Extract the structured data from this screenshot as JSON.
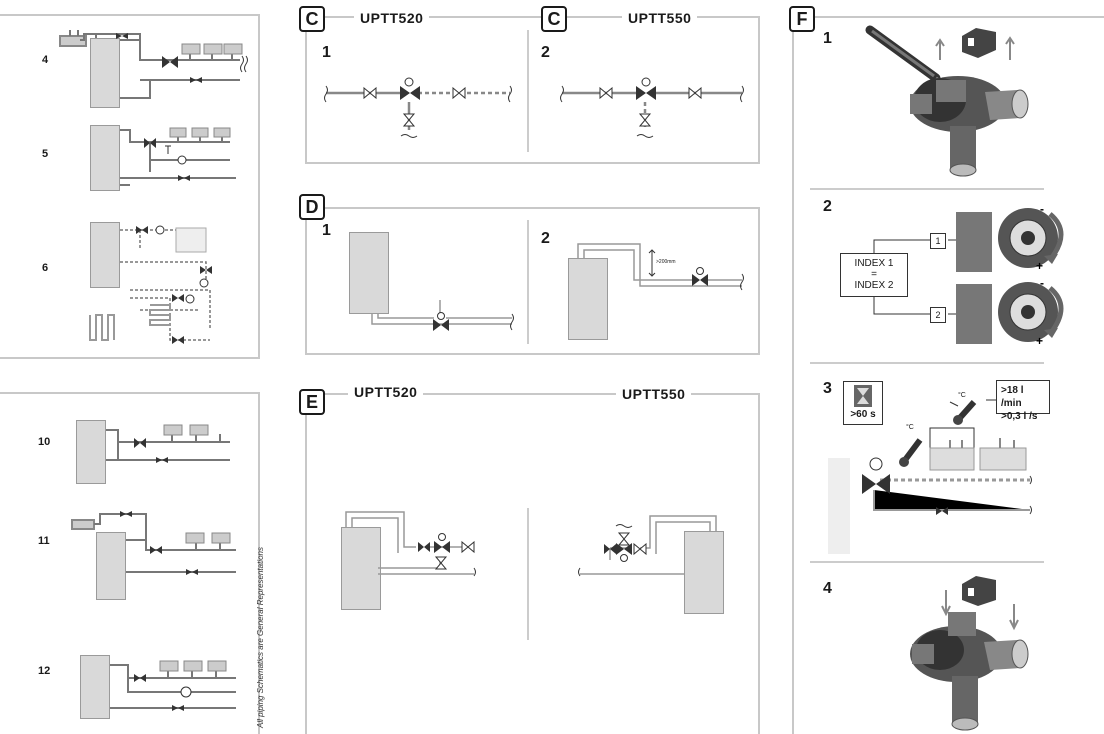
{
  "left_top": {
    "items": [
      "4",
      "5",
      "6"
    ]
  },
  "left_bottom": {
    "items": [
      "10",
      "11",
      "12"
    ]
  },
  "side_note": "All piping Schematics are General Representations",
  "section_c": {
    "letter": "C",
    "title_left": "UPTT520",
    "title_right": "UPTT550",
    "step1": "1",
    "step2": "2"
  },
  "section_d": {
    "letter": "D",
    "step1": "1",
    "step2": "2",
    "dimension": ">200mm"
  },
  "section_e": {
    "letter": "E",
    "title_left": "UPTT520",
    "title_right": "UPTT550"
  },
  "section_f": {
    "letter": "F",
    "steps": [
      "1",
      "2",
      "3",
      "4"
    ],
    "index_line1": "INDEX 1",
    "index_eq": "=",
    "index_line2": "INDEX 2",
    "box1": "1",
    "box2": "2",
    "timer_label": ">60 s",
    "flow_line1": ">18 l /min",
    "flow_line2": ">0,3 l /s",
    "temp_unit": "°C"
  }
}
